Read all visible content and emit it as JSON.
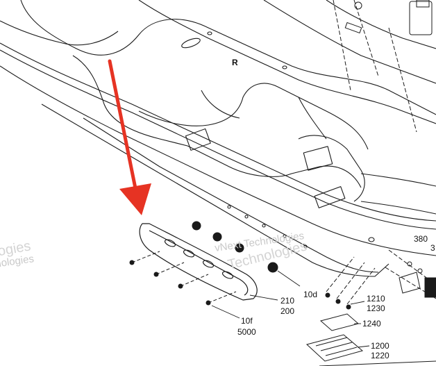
{
  "diagram": {
    "callouts": {
      "p380": "380",
      "p3": "3",
      "p10d": "10d",
      "p210": "210",
      "p200": "200",
      "p10f": "10f",
      "p5000": "5000",
      "p1210": "1210",
      "p1230": "1230",
      "p1240": "1240",
      "p1200": "1200",
      "p1220": "1220"
    },
    "hull_letter": "R",
    "watermark": {
      "line1": "vNext Technologies",
      "line2": "Technologies",
      "left1": "ogies",
      "left2": "nologies"
    },
    "colors": {
      "line": "#1a1a1a",
      "arrow": "#e63323",
      "watermark": "#c9c9c9"
    }
  }
}
